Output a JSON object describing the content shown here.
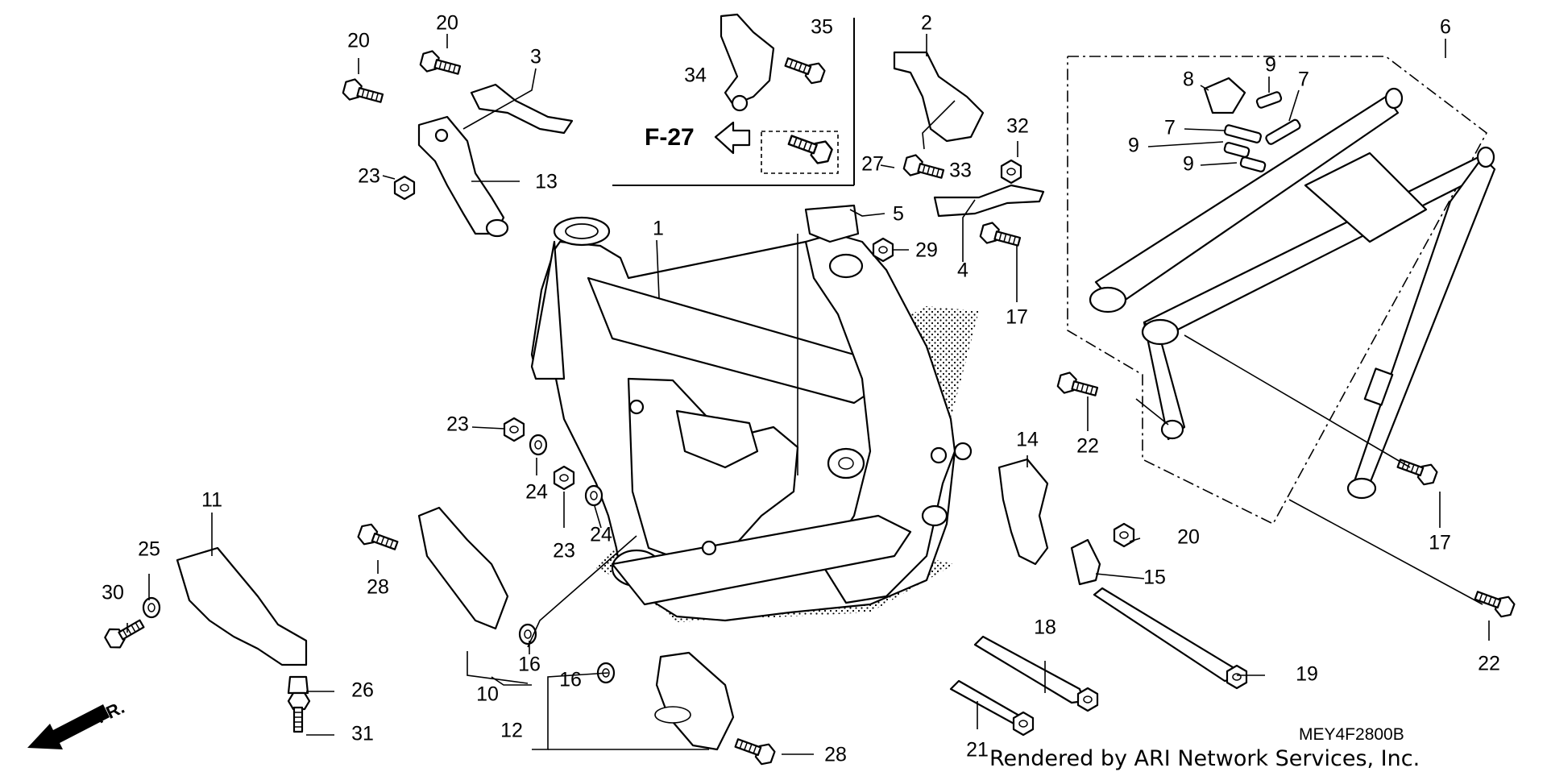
{
  "diagram": {
    "drawing_code": "MEY4F2800B",
    "credit": "Rendered by ARI Network Services, Inc.",
    "reference": "F-27",
    "front_marker": "FR.",
    "callouts": [
      {
        "id": "c1",
        "text": "1"
      },
      {
        "id": "c2",
        "text": "2"
      },
      {
        "id": "c3",
        "text": "3"
      },
      {
        "id": "c4",
        "text": "4"
      },
      {
        "id": "c5",
        "text": "5"
      },
      {
        "id": "c6",
        "text": "6"
      },
      {
        "id": "c7a",
        "text": "7"
      },
      {
        "id": "c7b",
        "text": "7"
      },
      {
        "id": "c8",
        "text": "8"
      },
      {
        "id": "c9a",
        "text": "9"
      },
      {
        "id": "c9b",
        "text": "9"
      },
      {
        "id": "c9c",
        "text": "9"
      },
      {
        "id": "c10",
        "text": "10"
      },
      {
        "id": "c11",
        "text": "11"
      },
      {
        "id": "c12",
        "text": "12"
      },
      {
        "id": "c13",
        "text": "13"
      },
      {
        "id": "c14",
        "text": "14"
      },
      {
        "id": "c15",
        "text": "15"
      },
      {
        "id": "c16a",
        "text": "16"
      },
      {
        "id": "c16b",
        "text": "16"
      },
      {
        "id": "c17a",
        "text": "17"
      },
      {
        "id": "c17b",
        "text": "17"
      },
      {
        "id": "c18",
        "text": "18"
      },
      {
        "id": "c19",
        "text": "19"
      },
      {
        "id": "c20a",
        "text": "20"
      },
      {
        "id": "c20b",
        "text": "20"
      },
      {
        "id": "c20c",
        "text": "20"
      },
      {
        "id": "c21",
        "text": "21"
      },
      {
        "id": "c22a",
        "text": "22"
      },
      {
        "id": "c22b",
        "text": "22"
      },
      {
        "id": "c23a",
        "text": "23"
      },
      {
        "id": "c23b",
        "text": "23"
      },
      {
        "id": "c23c",
        "text": "23"
      },
      {
        "id": "c24a",
        "text": "24"
      },
      {
        "id": "c24b",
        "text": "24"
      },
      {
        "id": "c25",
        "text": "25"
      },
      {
        "id": "c26",
        "text": "26"
      },
      {
        "id": "c27",
        "text": "27"
      },
      {
        "id": "c28a",
        "text": "28"
      },
      {
        "id": "c28b",
        "text": "28"
      },
      {
        "id": "c29",
        "text": "29"
      },
      {
        "id": "c30",
        "text": "30"
      },
      {
        "id": "c31",
        "text": "31"
      },
      {
        "id": "c32",
        "text": "32"
      },
      {
        "id": "c33",
        "text": "33"
      },
      {
        "id": "c34",
        "text": "34"
      },
      {
        "id": "c35",
        "text": "35"
      }
    ]
  }
}
